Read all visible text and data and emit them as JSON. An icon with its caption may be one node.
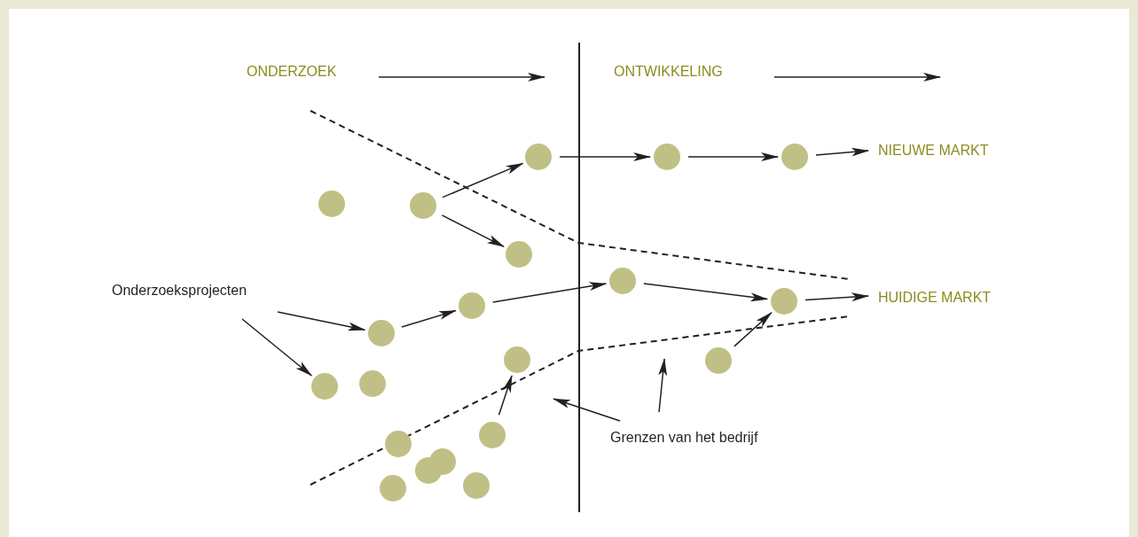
{
  "diagram": {
    "nodes": [
      {
        "text": [],
        "shape": "circle"
      },
      {
        "text": [],
        "shape": "circle"
      },
      {
        "text": [],
        "shape": "circle"
      },
      {
        "text": [
          "NIEUWE MARKT"
        ]
      },
      {
        "text": [],
        "shape": "circle"
      },
      {
        "text": [],
        "shape": "circle"
      },
      {
        "text": [],
        "shape": "circle"
      },
      {
        "text": [],
        "shape": "circle"
      },
      {
        "text": [
          "Onderzoeksprojecten"
        ]
      },
      {
        "text": [],
        "shape": "circle"
      },
      {
        "text": [
          "HUIDIGE MARKT"
        ]
      },
      {
        "text": [],
        "shape": "circle"
      },
      {
        "text": [],
        "shape": "circle"
      },
      {
        "text": [],
        "shape": "circle"
      },
      {
        "text": [],
        "shape": "circle"
      },
      {
        "text": [],
        "shape": "circle"
      },
      {
        "text": [],
        "shape": "circle"
      },
      {
        "text": [],
        "shape": "circle"
      },
      {
        "text": [
          "Grenzen van het bedrijf"
        ]
      },
      {
        "text": [],
        "shape": "circle"
      },
      {
        "text": [],
        "shape": "circle"
      },
      {
        "text": [],
        "shape": "circle"
      },
      {
        "text": [],
        "shape": "circle"
      },
      {
        "text": [],
        "shape": "circle"
      }
    ],
    "edges": [
      {
        "from": 5,
        "to": 0,
        "arrow": "to"
      },
      {
        "from": 5,
        "to": 6,
        "arrow": "to"
      },
      {
        "from": 0,
        "to": 1,
        "arrow": "to"
      },
      {
        "from": 1,
        "to": 2,
        "arrow": "to"
      },
      {
        "from": 2,
        "to": 3,
        "arrow": "to"
      },
      {
        "from": 12,
        "to": 11,
        "arrow": "to"
      },
      {
        "from": 11,
        "to": 7,
        "arrow": "to"
      },
      {
        "from": 7,
        "to": 9,
        "arrow": "to"
      },
      {
        "from": 9,
        "to": 10,
        "arrow": "to"
      },
      {
        "from": 14,
        "to": 9,
        "arrow": "to"
      },
      {
        "from": 17,
        "to": 13,
        "arrow": "to"
      },
      {
        "from": 8,
        "to": 12,
        "arrow": "to"
      },
      {
        "from": 8,
        "to": 16,
        "arrow": "to"
      },
      {
        "from": 18,
        "to": null,
        "arrow": "to"
      },
      {
        "from": 18,
        "to": null,
        "arrow": "to"
      }
    ],
    "labels": [
      "ONDERZOEK",
      "ONTWIKKELING"
    ]
  }
}
